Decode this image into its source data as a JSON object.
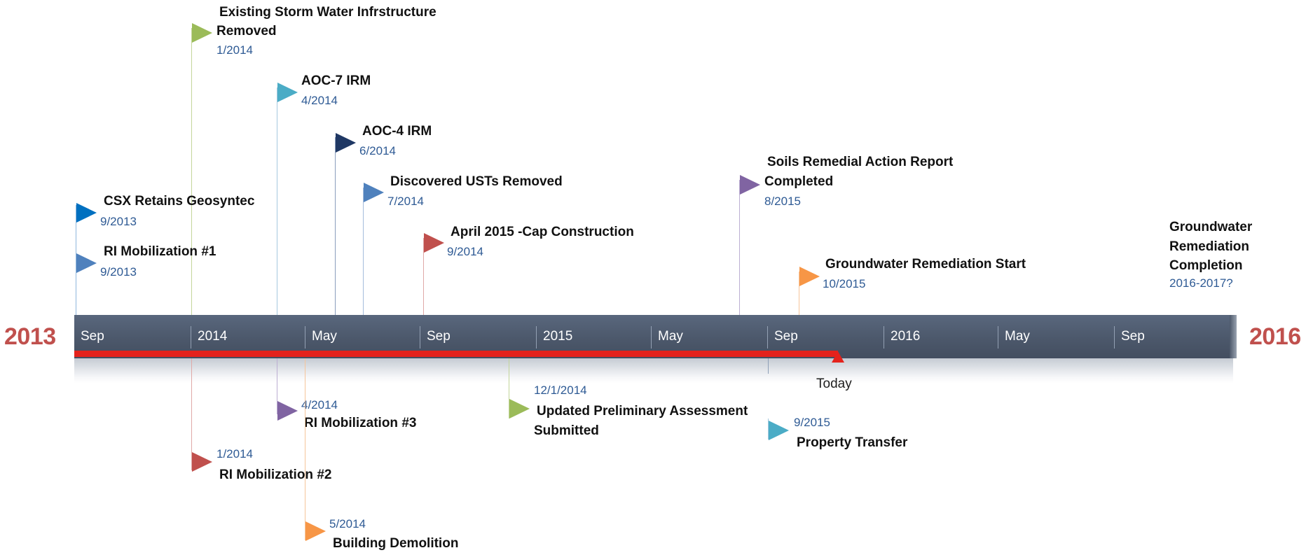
{
  "timeline": {
    "start_year": "2013",
    "end_year": "2016",
    "months": [
      "Sep",
      "2014",
      "May",
      "Sep",
      "2015",
      "May",
      "Sep",
      "2016",
      "May",
      "Sep"
    ],
    "today_label": "Today"
  },
  "milestones_above": [
    {
      "title": "Existing Storm Water Infrstructure",
      "title2": "Removed",
      "date": "1/2014",
      "flag_color": "#9bbb59"
    },
    {
      "title": "AOC-7 IRM",
      "date": "4/2014",
      "flag_color": "#4bacc6"
    },
    {
      "title": "AOC-4 IRM",
      "date": "6/2014",
      "flag_color": "#1f3864"
    },
    {
      "title": "Discovered USTs Removed",
      "date": "7/2014",
      "flag_color": "#4f81bd"
    },
    {
      "title": "April 2015 -Cap Construction",
      "date": "9/2014",
      "flag_color": "#c0504d"
    },
    {
      "title": "Soils Remedial Action Report",
      "title2": "Completed",
      "date": "8/2015",
      "flag_color": "#8064a2"
    },
    {
      "title": "Groundwater Remediation Start",
      "date": "10/2015",
      "flag_color": "#f79646"
    },
    {
      "title": "CSX Retains Geosyntec",
      "date": "9/2013",
      "flag_color": "#0070c0"
    },
    {
      "title": "RI Mobilization #1",
      "date": "9/2013",
      "flag_color": "#4f81bd"
    }
  ],
  "milestones_below": [
    {
      "title": "RI Mobilization #3",
      "date": "4/2014",
      "flag_color": "#8064a2"
    },
    {
      "title": "RI Mobilization #2",
      "date": "1/2014",
      "flag_color": "#c0504d"
    },
    {
      "title": "Building Demolition",
      "date": "5/2014",
      "flag_color": "#f79646"
    },
    {
      "title": "Updated Preliminary Assessment",
      "title2": "Submitted",
      "date": "12/1/2014",
      "flag_color": "#9bbb59"
    },
    {
      "title": "Property Transfer",
      "date": "9/2015",
      "flag_color": "#4bacc6"
    }
  ],
  "final_milestone": {
    "title": "Groundwater Remediation Completion",
    "date": "2016-2017?"
  },
  "colors": {
    "bar": "#4c586b",
    "progress": "#e4221c",
    "year_labels": "#c0504d",
    "date_text": "#2e5a94"
  }
}
